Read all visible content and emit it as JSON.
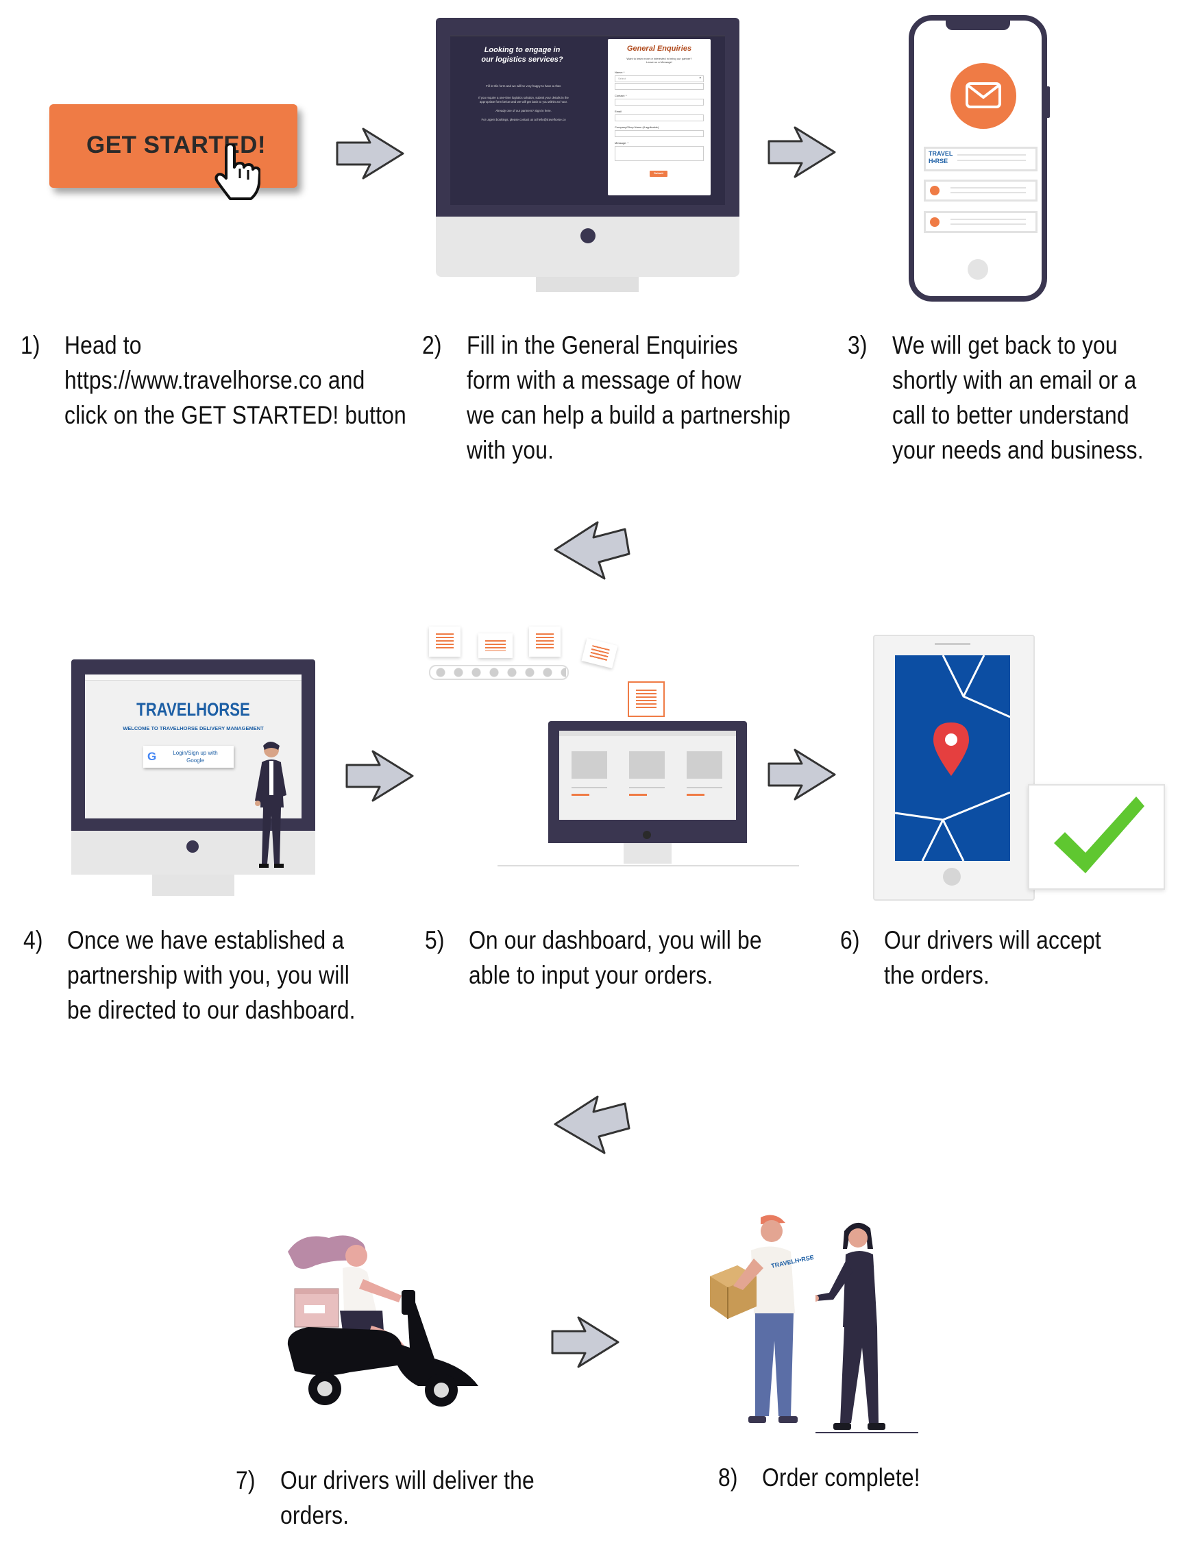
{
  "steps": [
    {
      "num": "1)",
      "lines": [
        "Head to",
        "https://www.travelhorse.co and",
        "click on the GET STARTED! button"
      ]
    },
    {
      "num": "2)",
      "lines": [
        "Fill in the General Enquiries",
        "form with a message of how",
        "we can help a build a partnership",
        "with you."
      ]
    },
    {
      "num": "3)",
      "lines": [
        "We will get back to you",
        "shortly with an email or a",
        "call to better understand",
        "your needs and business."
      ]
    },
    {
      "num": "4)",
      "lines": [
        "Once we have established a",
        "partnership with you, you will",
        "be directed to our dashboard."
      ]
    },
    {
      "num": "5)",
      "lines": [
        "On our dashboard, you will be",
        "able to input your orders."
      ]
    },
    {
      "num": "6)",
      "lines": [
        "Our drivers will accept",
        "the orders."
      ]
    },
    {
      "num": "7)",
      "lines": [
        "Our drivers will deliver the",
        "orders."
      ]
    },
    {
      "num": "8)",
      "lines": [
        "Order complete!"
      ]
    }
  ],
  "get_started": {
    "label": "GET STARTED!"
  },
  "enquiry_screen": {
    "heading_line1": "Looking to engage in",
    "heading_line2": "our logistics services?",
    "body1": "Fill in this form and we will be very happy to have a chat.",
    "body2": "If you require a one-time logistics solution, submit your details in the",
    "body3": "appropriate form below and we will get back to you within an hour.",
    "body4": "Already one of our partners? Sign in here.",
    "body5": "For urgent bookings, please contact us at hello@travelhorse.co",
    "form_title": "General Enquiries",
    "form_sub1": "Want to learn more or interested in being our partner?",
    "form_sub2": "Leave us a Message!",
    "field_name": "Name: *",
    "select_placeholder": "Select",
    "field_contact": "Contact: *",
    "field_email": "Email",
    "field_company": "Company/Shop Name (if applicable)",
    "field_message": "Message: *",
    "submit": "Submit"
  },
  "phone_logo": {
    "line1": "TRAVEL",
    "line2": "H•RSE"
  },
  "dashboard_login": {
    "brand": "TRAVELHORSE",
    "welcome": "WELCOME TO TRAVELHORSE DELIVERY MANAGEMENT",
    "google_label1": "Login/Sign up with",
    "google_label2": "Google",
    "google_g": "G"
  },
  "shirt_logo": "TRAVELH•RSE",
  "colors": {
    "orange": "#ef7b45",
    "navy": "#3a3650",
    "blue_map": "#0c4ea3",
    "arrow_fill": "#c9ccd6",
    "check_green": "#5fc730",
    "pin_red": "#e53f3f"
  }
}
